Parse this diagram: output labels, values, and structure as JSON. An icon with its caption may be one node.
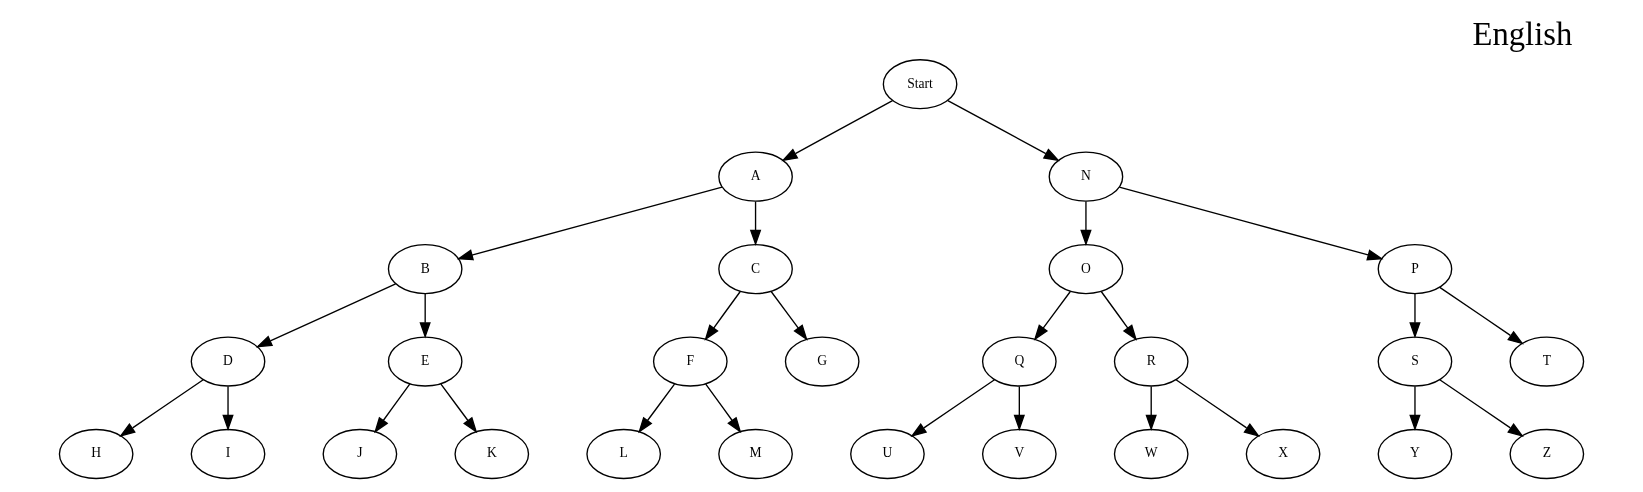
{
  "diagram": {
    "title": "English",
    "nodes": [
      {
        "text": [
          "Start"
        ]
      },
      {
        "text": [
          "A"
        ]
      },
      {
        "text": [
          "N"
        ]
      },
      {
        "text": [
          "B"
        ]
      },
      {
        "text": [
          "C"
        ]
      },
      {
        "text": [
          "O"
        ]
      },
      {
        "text": [
          "P"
        ]
      },
      {
        "text": [
          "D"
        ]
      },
      {
        "text": [
          "E"
        ]
      },
      {
        "text": [
          "F"
        ]
      },
      {
        "text": [
          "G"
        ]
      },
      {
        "text": [
          "Q"
        ]
      },
      {
        "text": [
          "R"
        ]
      },
      {
        "text": [
          "S"
        ]
      },
      {
        "text": [
          "T"
        ]
      },
      {
        "text": [
          "H"
        ]
      },
      {
        "text": [
          "I"
        ]
      },
      {
        "text": [
          "J"
        ]
      },
      {
        "text": [
          "K"
        ]
      },
      {
        "text": [
          "L"
        ]
      },
      {
        "text": [
          "M"
        ]
      },
      {
        "text": [
          "U"
        ]
      },
      {
        "text": [
          "V"
        ]
      },
      {
        "text": [
          "W"
        ]
      },
      {
        "text": [
          "X"
        ]
      },
      {
        "text": [
          "Y"
        ]
      },
      {
        "text": [
          "Z"
        ]
      }
    ],
    "edges": [
      {
        "from": 0,
        "to": 1,
        "arrow": "to"
      },
      {
        "from": 0,
        "to": 2,
        "arrow": "to"
      },
      {
        "from": 1,
        "to": 3,
        "arrow": "to"
      },
      {
        "from": 1,
        "to": 4,
        "arrow": "to"
      },
      {
        "from": 2,
        "to": 5,
        "arrow": "to"
      },
      {
        "from": 2,
        "to": 6,
        "arrow": "to"
      },
      {
        "from": 3,
        "to": 7,
        "arrow": "to"
      },
      {
        "from": 3,
        "to": 8,
        "arrow": "to"
      },
      {
        "from": 4,
        "to": 9,
        "arrow": "to"
      },
      {
        "from": 4,
        "to": 10,
        "arrow": "to"
      },
      {
        "from": 5,
        "to": 11,
        "arrow": "to"
      },
      {
        "from": 5,
        "to": 12,
        "arrow": "to"
      },
      {
        "from": 6,
        "to": 13,
        "arrow": "to"
      },
      {
        "from": 6,
        "to": 14,
        "arrow": "to"
      },
      {
        "from": 7,
        "to": 15,
        "arrow": "to"
      },
      {
        "from": 7,
        "to": 16,
        "arrow": "to"
      },
      {
        "from": 8,
        "to": 17,
        "arrow": "to"
      },
      {
        "from": 8,
        "to": 18,
        "arrow": "to"
      },
      {
        "from": 9,
        "to": 19,
        "arrow": "to"
      },
      {
        "from": 9,
        "to": 20,
        "arrow": "to"
      },
      {
        "from": 11,
        "to": 21,
        "arrow": "to"
      },
      {
        "from": 11,
        "to": 22,
        "arrow": "to"
      },
      {
        "from": 12,
        "to": 23,
        "arrow": "to"
      },
      {
        "from": 12,
        "to": 24,
        "arrow": "to"
      },
      {
        "from": 13,
        "to": 25,
        "arrow": "to"
      },
      {
        "from": 13,
        "to": 26,
        "arrow": "to"
      }
    ]
  }
}
